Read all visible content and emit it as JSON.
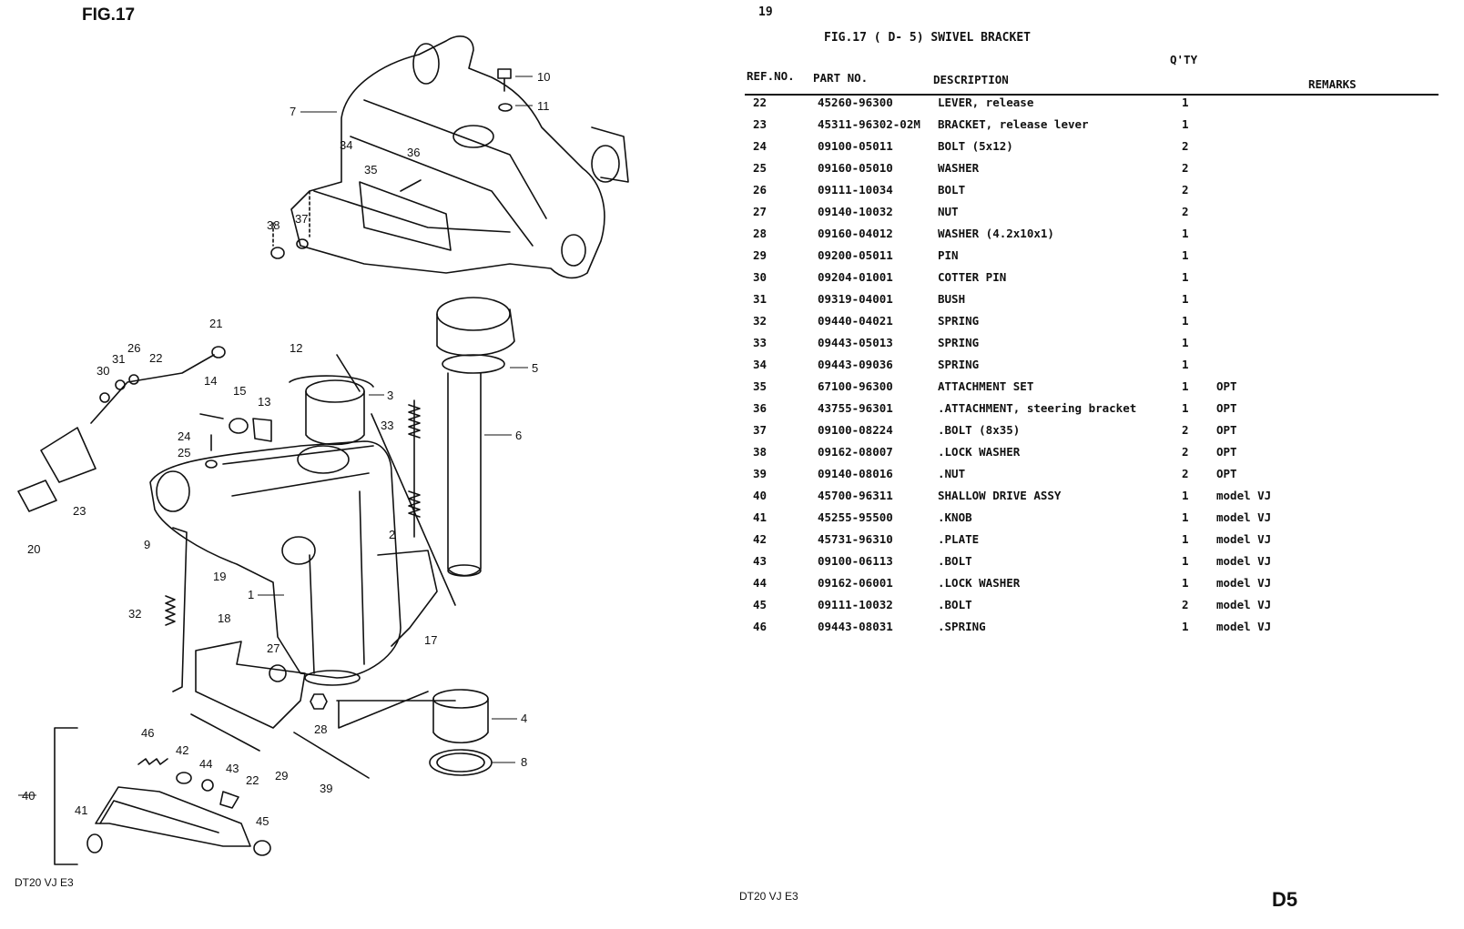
{
  "left_page": {
    "fig_label": "FIG.17",
    "footer": "DT20 VJ E3",
    "callouts": [
      "1",
      "2",
      "3",
      "4",
      "5",
      "6",
      "7",
      "8",
      "9",
      "10",
      "11",
      "12",
      "13",
      "14",
      "15",
      "17",
      "18",
      "19",
      "20",
      "21",
      "22",
      "23",
      "24",
      "25",
      "26",
      "27",
      "28",
      "29",
      "30",
      "31",
      "32",
      "33",
      "34",
      "35",
      "36",
      "37",
      "38",
      "39",
      "40",
      "41",
      "42",
      "43",
      "44",
      "45",
      "46"
    ]
  },
  "right_page": {
    "page_number": "19",
    "title": "FIG.17 (  D- 5) SWIVEL BRACKET",
    "headers": {
      "ref": "REF.NO.",
      "part": "PART NO.",
      "description": "DESCRIPTION",
      "qty": "Q'TY",
      "remarks": "REMARKS"
    },
    "rows": [
      {
        "ref": "22",
        "part": "45260-96300",
        "desc": "LEVER, release",
        "qty": "1",
        "rem": ""
      },
      {
        "ref": "23",
        "part": "45311-96302-02M",
        "desc": "BRACKET, release lever",
        "qty": "1",
        "rem": ""
      },
      {
        "ref": "24",
        "part": "09100-05011",
        "desc": "BOLT (5x12)",
        "qty": "2",
        "rem": ""
      },
      {
        "ref": "25",
        "part": "09160-05010",
        "desc": "WASHER",
        "qty": "2",
        "rem": ""
      },
      {
        "ref": "26",
        "part": "09111-10034",
        "desc": "BOLT",
        "qty": "2",
        "rem": ""
      },
      {
        "ref": "27",
        "part": "09140-10032",
        "desc": "NUT",
        "qty": "2",
        "rem": ""
      },
      {
        "ref": "28",
        "part": "09160-04012",
        "desc": "WASHER (4.2x10x1)",
        "qty": "1",
        "rem": ""
      },
      {
        "ref": "29",
        "part": "09200-05011",
        "desc": "PIN",
        "qty": "1",
        "rem": ""
      },
      {
        "ref": "30",
        "part": "09204-01001",
        "desc": "COTTER PIN",
        "qty": "1",
        "rem": ""
      },
      {
        "ref": "31",
        "part": "09319-04001",
        "desc": "BUSH",
        "qty": "1",
        "rem": ""
      },
      {
        "ref": "32",
        "part": "09440-04021",
        "desc": "SPRING",
        "qty": "1",
        "rem": ""
      },
      {
        "ref": "33",
        "part": "09443-05013",
        "desc": "SPRING",
        "qty": "1",
        "rem": ""
      },
      {
        "ref": "34",
        "part": "09443-09036",
        "desc": "SPRING",
        "qty": "1",
        "rem": ""
      },
      {
        "ref": "35",
        "part": "67100-96300",
        "desc": "ATTACHMENT SET",
        "qty": "1",
        "rem": "OPT"
      },
      {
        "ref": "36",
        "part": "43755-96301",
        "desc": ".ATTACHMENT, steering bracket",
        "qty": "1",
        "rem": "OPT"
      },
      {
        "ref": "37",
        "part": "09100-08224",
        "desc": ".BOLT (8x35)",
        "qty": "2",
        "rem": "OPT"
      },
      {
        "ref": "38",
        "part": "09162-08007",
        "desc": ".LOCK WASHER",
        "qty": "2",
        "rem": "OPT"
      },
      {
        "ref": "39",
        "part": "09140-08016",
        "desc": ".NUT",
        "qty": "2",
        "rem": "OPT"
      },
      {
        "ref": "40",
        "part": "45700-96311",
        "desc": "SHALLOW DRIVE ASSY",
        "qty": "1",
        "rem": "model VJ"
      },
      {
        "ref": "41",
        "part": "45255-95500",
        "desc": ".KNOB",
        "qty": "1",
        "rem": "model VJ"
      },
      {
        "ref": "42",
        "part": "45731-96310",
        "desc": ".PLATE",
        "qty": "1",
        "rem": "model VJ"
      },
      {
        "ref": "43",
        "part": "09100-06113",
        "desc": ".BOLT",
        "qty": "1",
        "rem": "model VJ"
      },
      {
        "ref": "44",
        "part": "09162-06001",
        "desc": ".LOCK WASHER",
        "qty": "1",
        "rem": "model VJ"
      },
      {
        "ref": "45",
        "part": "09111-10032",
        "desc": ".BOLT",
        "qty": "2",
        "rem": "model VJ"
      },
      {
        "ref": "46",
        "part": "09443-08031",
        "desc": ".SPRING",
        "qty": "1",
        "rem": "model VJ"
      }
    ],
    "footer": "DT20 VJ E3",
    "section_code": "D5"
  }
}
